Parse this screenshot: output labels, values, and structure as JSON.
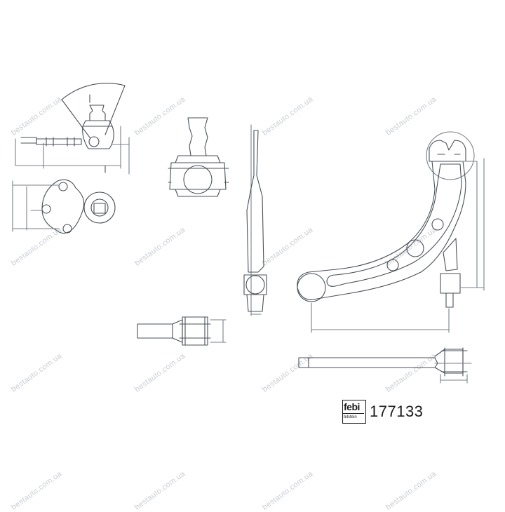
{
  "watermark": "bestauto.com.ua",
  "part_number": "177133",
  "logo": {
    "word": "febi",
    "sub": "bilstein"
  },
  "colors": {
    "line": "#4a5058",
    "dim": "#7a8088",
    "watermark": "#c9cdd3"
  }
}
